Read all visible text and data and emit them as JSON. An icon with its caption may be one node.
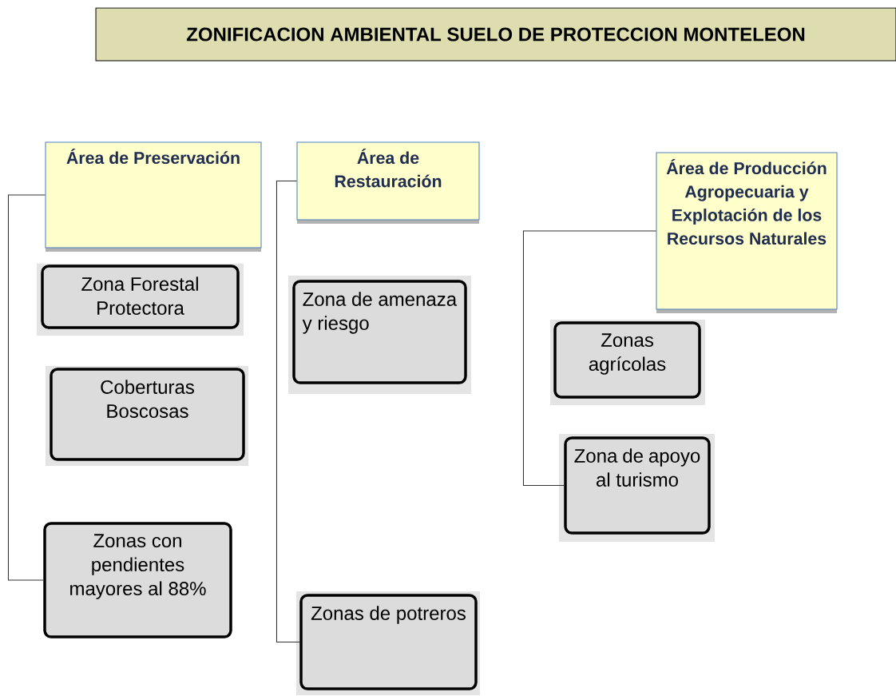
{
  "diagram": {
    "title": "ZONIFICACION AMBIENTAL SUELO DE PROTECCION MONTELEON",
    "nodes": [
      {
        "text": [
          "Área de Preservación"
        ]
      },
      {
        "text": [
          "Zona Forestal Protectora"
        ]
      },
      {
        "text": [
          "Coberturas Boscosas"
        ]
      },
      {
        "text": [
          "Zonas con pendientes mayores al 88%"
        ]
      },
      {
        "text": [
          "Área de Restauración"
        ]
      },
      {
        "text": [
          "Zona de amenaza y riesgo"
        ]
      },
      {
        "text": [
          "Zonas de potreros"
        ]
      },
      {
        "text": [
          "Área de Producción Agropecuaria y Explotación de los Recursos Naturales"
        ]
      },
      {
        "text": [
          "Zonas agrícolas"
        ]
      },
      {
        "text": [
          "Zona de apoyo al turismo"
        ]
      }
    ],
    "edges": [
      {
        "from": 0,
        "to": 3,
        "arrow": "none"
      },
      {
        "from": 4,
        "to": 6,
        "arrow": "none"
      },
      {
        "from": 7,
        "to": 9,
        "arrow": "none"
      }
    ]
  }
}
